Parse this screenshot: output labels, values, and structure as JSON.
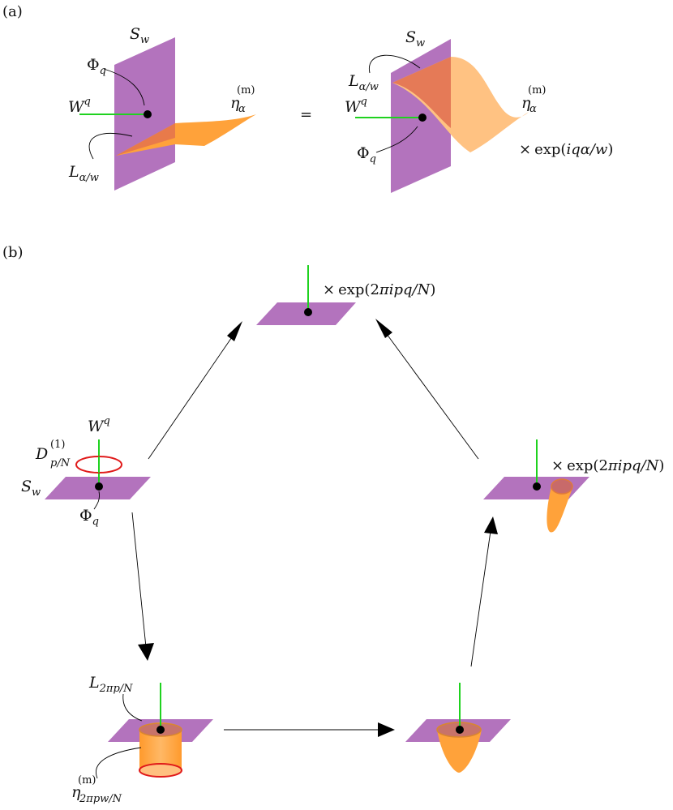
{
  "panels": {
    "a": "(a)",
    "b": "(b)"
  },
  "panel_a": {
    "left": {
      "surface": {
        "main": "S",
        "sub": "w"
      },
      "operator": {
        "main": "Φ",
        "sub": "q"
      },
      "line": {
        "main": "W",
        "sup": "q"
      },
      "interface": {
        "main": "L",
        "sub": "α/w"
      },
      "defect": {
        "main": "η",
        "sub": "α",
        "sup": "(m)"
      }
    },
    "equals": "=",
    "right": {
      "surface": {
        "main": "S",
        "sub": "w"
      },
      "interface": {
        "main": "L",
        "sub": "α/w"
      },
      "line": {
        "main": "W",
        "sup": "q"
      },
      "operator": {
        "main": "Φ",
        "sub": "q"
      },
      "defect": {
        "main": "η",
        "sub": "α",
        "sup": "(m)"
      },
      "phase": {
        "times": "×",
        "exp": "exp(",
        "arg": "iqα/w",
        "close": ")"
      }
    }
  },
  "panel_b": {
    "top": {
      "phase": {
        "times": "×",
        "exp": "exp(2",
        "arg": "πipq/N",
        "close": ")"
      }
    },
    "left": {
      "line": {
        "main": "W",
        "sup": "q"
      },
      "loop": {
        "main": "D",
        "sup": "(1)",
        "sub": "p/N"
      },
      "surface": {
        "main": "S",
        "sub": "w"
      },
      "operator": {
        "main": "Φ",
        "sub": "q"
      }
    },
    "right": {
      "phase": {
        "times": "×",
        "exp": "exp(2",
        "arg": "πipq/N",
        "close": ")"
      }
    },
    "bottom_left": {
      "interface": {
        "main": "L",
        "sub": "2πp/N"
      },
      "defect": {
        "main": "η",
        "sub": "2πpw/N",
        "sup": "(m)"
      }
    },
    "bottom_right": {}
  },
  "colors": {
    "sheet": "#b373bd",
    "defect": "#ffa23a",
    "wilson_line": "#1fd21f",
    "loop": "#e01a1a"
  }
}
